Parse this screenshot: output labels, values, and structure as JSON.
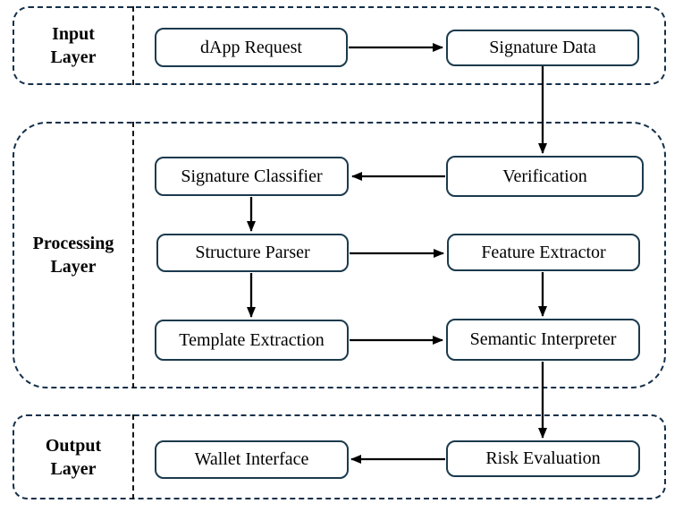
{
  "layers": {
    "input": {
      "line1": "Input",
      "line2": "Layer"
    },
    "processing": {
      "line1": "Processing",
      "line2": "Layer"
    },
    "output": {
      "line1": "Output",
      "line2": "Layer"
    }
  },
  "nodes": {
    "dapp_request": {
      "label": "dApp Request"
    },
    "signature_data": {
      "label": "Signature Data"
    },
    "verification": {
      "label": "Verification"
    },
    "signature_classifier": {
      "label": "Signature Classifier"
    },
    "structure_parser": {
      "label": "Structure Parser"
    },
    "feature_extractor": {
      "label": "Feature Extractor"
    },
    "template_extraction": {
      "label": "Template Extraction"
    },
    "semantic_interpreter": {
      "label": "Semantic Interpreter"
    },
    "wallet_interface": {
      "label": "Wallet Interface"
    },
    "risk_evaluation": {
      "label": "Risk Evaluation"
    }
  },
  "edges": [
    {
      "from": "dapp_request",
      "to": "signature_data"
    },
    {
      "from": "signature_data",
      "to": "verification"
    },
    {
      "from": "verification",
      "to": "signature_classifier"
    },
    {
      "from": "signature_classifier",
      "to": "structure_parser"
    },
    {
      "from": "structure_parser",
      "to": "feature_extractor"
    },
    {
      "from": "structure_parser",
      "to": "template_extraction"
    },
    {
      "from": "feature_extractor",
      "to": "semantic_interpreter"
    },
    {
      "from": "template_extraction",
      "to": "semantic_interpreter"
    },
    {
      "from": "semantic_interpreter",
      "to": "risk_evaluation"
    },
    {
      "from": "risk_evaluation",
      "to": "wallet_interface"
    }
  ],
  "colors": {
    "container_border": "#14304a",
    "node_border": "#1b3a4d",
    "divider": "#161616",
    "arrow": "#000000",
    "text": "#000000",
    "background": "#ffffff"
  }
}
